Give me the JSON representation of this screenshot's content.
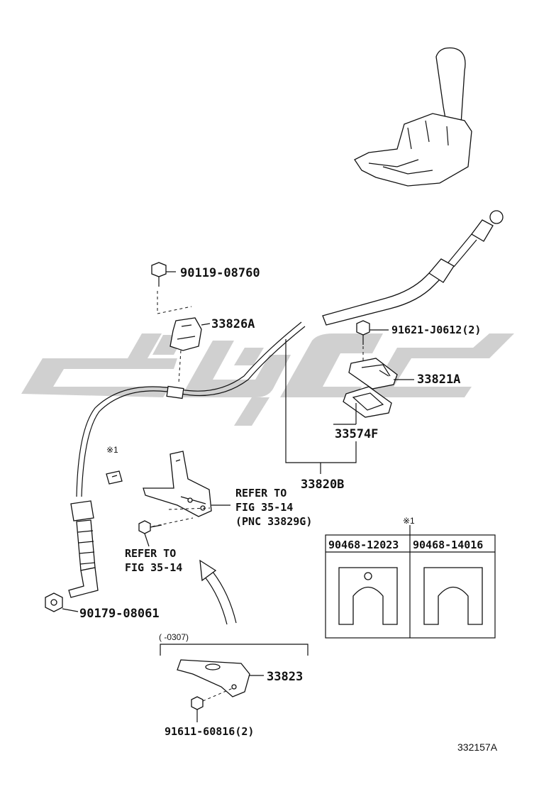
{
  "labels": {
    "bolt_top": "90119-08760",
    "bracket_a": "33826A",
    "bolt_right": "91621-J0612(2)",
    "retainer": "33821A",
    "cushion": "33574F",
    "cable": "33820B",
    "refer1_line1": "REFER TO",
    "refer1_line2": "FIG 35-14",
    "refer1_line3": "(PNC 33829G)",
    "refer2_line1": "REFER TO",
    "refer2_line2": "FIG 35-14",
    "nut": "90179-08061",
    "bracket_b": "33823",
    "bolt_bottom": "91611-60816(2)",
    "date_range": "(      -0307)",
    "note_mark_left": "※1",
    "note_mark_table": "※1",
    "table_col1": "90468-12023",
    "table_col2": "90468-14016",
    "figure_id": "332157A"
  },
  "watermark": {
    "color": "#c8c8c8"
  }
}
